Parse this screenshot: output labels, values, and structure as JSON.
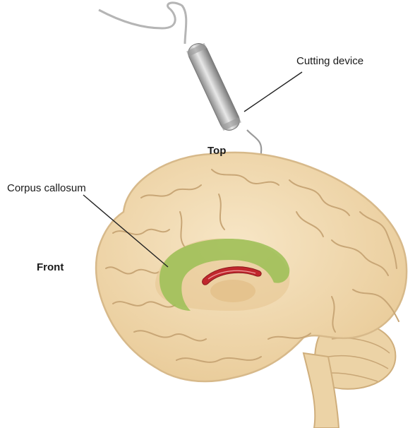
{
  "figure": {
    "labels": {
      "cutting_device": "Cutting device",
      "top": "Top",
      "corpus_callosum": "Corpus callosum",
      "front": "Front"
    },
    "colors": {
      "brain_fill": "#f1d9ae",
      "brain_outline": "#d7b98a",
      "brain_fold": "#c8a676",
      "corpus_callosum": "#9bbf55",
      "ventricle": "#c0272d",
      "device_metal": "#a9a9a9",
      "wire": "#b5b5b5",
      "leader_line": "#222222"
    }
  }
}
